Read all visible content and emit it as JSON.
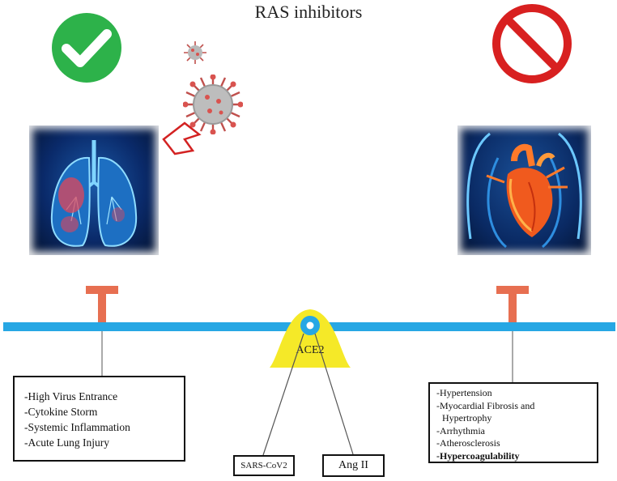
{
  "title": "RAS inhibitors",
  "icons": {
    "left_status": "check-icon",
    "right_status": "prohibit-icon",
    "virus": "virus-icon",
    "arrow": "arrow-icon"
  },
  "colors": {
    "check": "#2db24a",
    "prohibit": "#d82020",
    "beam": "#27a7e4",
    "fulcrum": "#f5e928",
    "blocker": "#e76f51"
  },
  "fulcrum_label": "ACE2",
  "left_box": {
    "items": [
      "-High Virus Entrance",
      "-Cytokine Storm",
      "-Systemic Inflammation",
      "-Acute Lung Injury"
    ]
  },
  "right_box": {
    "items": [
      "-Hypertension",
      "-Myocardial Fibrosis and",
      "Hypertrophy",
      "-Arrhythmia",
      "-Atherosclerosis",
      "-Hypercoagulability"
    ]
  },
  "sars_label": "SARS-CoV2",
  "ang_label": "Ang II"
}
